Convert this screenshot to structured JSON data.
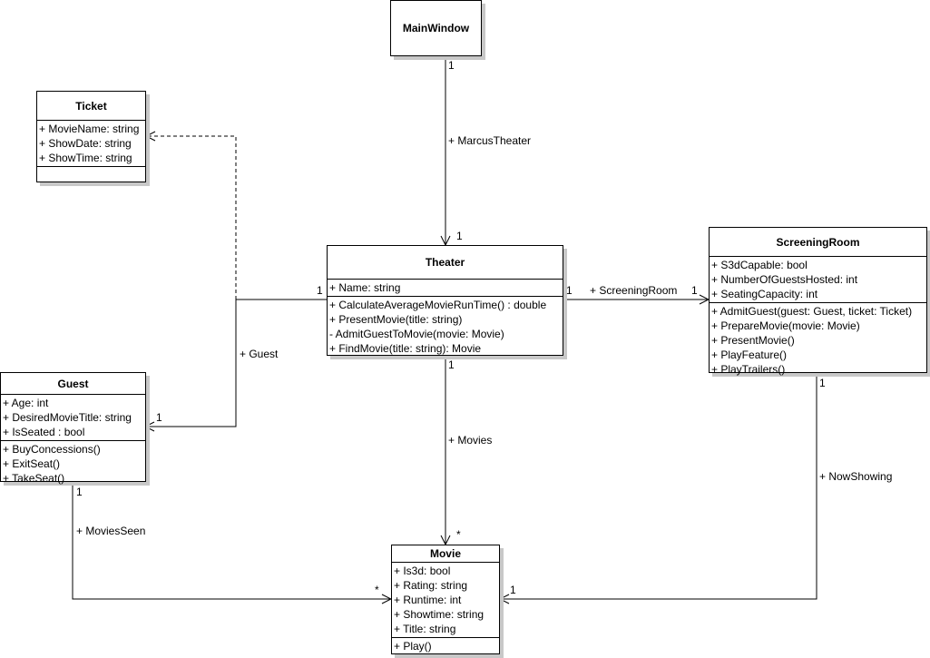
{
  "classes": {
    "mainwindow": {
      "name": "MainWindow",
      "attributes": [],
      "operations": []
    },
    "ticket": {
      "name": "Ticket",
      "attributes": [
        "+ MovieName: string",
        "+ ShowDate: string",
        "+ ShowTime: string"
      ],
      "operations": []
    },
    "theater": {
      "name": "Theater",
      "attributes": [
        "+ Name: string"
      ],
      "operations": [
        "+ CalculateAverageMovieRunTime() : double",
        "+ PresentMovie(title: string)",
        "- AdmitGuestToMovie(movie: Movie)",
        "+ FindMovie(title: string): Movie"
      ]
    },
    "screeningroom": {
      "name": "ScreeningRoom",
      "attributes": [
        "+ S3dCapable: bool",
        "+ NumberOfGuestsHosted: int",
        "+ SeatingCapacity: int"
      ],
      "operations": [
        "+ AdmitGuest(guest: Guest, ticket: Ticket)",
        "+ PrepareMovie(movie: Movie)",
        "+ PresentMovie()",
        "+ PlayFeature()",
        "+ PlayTrailers()"
      ]
    },
    "guest": {
      "name": "Guest",
      "attributes": [
        "+ Age: int",
        "+ DesiredMovieTitle: string",
        "+ IsSeated : bool"
      ],
      "operations": [
        "+ BuyConcessions()",
        "+ ExitSeat()",
        "+ TakeSeat()"
      ]
    },
    "movie": {
      "name": "Movie",
      "attributes": [
        "+ Is3d: bool",
        "+ Rating: string",
        "+ Runtime: int",
        "+ Showtime: string",
        "+ Title: string"
      ],
      "operations": [
        "+ Play()"
      ]
    }
  },
  "associations": {
    "marcus_theater": {
      "role": "+ MarcusTheater",
      "source_mult": "1",
      "target_mult": "1"
    },
    "guest": {
      "role": "+ Guest",
      "source_mult": "1",
      "target_mult": "1"
    },
    "screening_room": {
      "role": "+ ScreeningRoom",
      "source_mult": "1",
      "target_mult": "1"
    },
    "movies": {
      "role": "+ Movies",
      "source_mult": "1",
      "target_mult": "*"
    },
    "movies_seen": {
      "role": "+ MoviesSeen",
      "source_mult": "1",
      "target_mult": "*"
    },
    "now_showing": {
      "role": "+ NowShowing",
      "source_mult": "1",
      "target_mult": "1"
    }
  }
}
